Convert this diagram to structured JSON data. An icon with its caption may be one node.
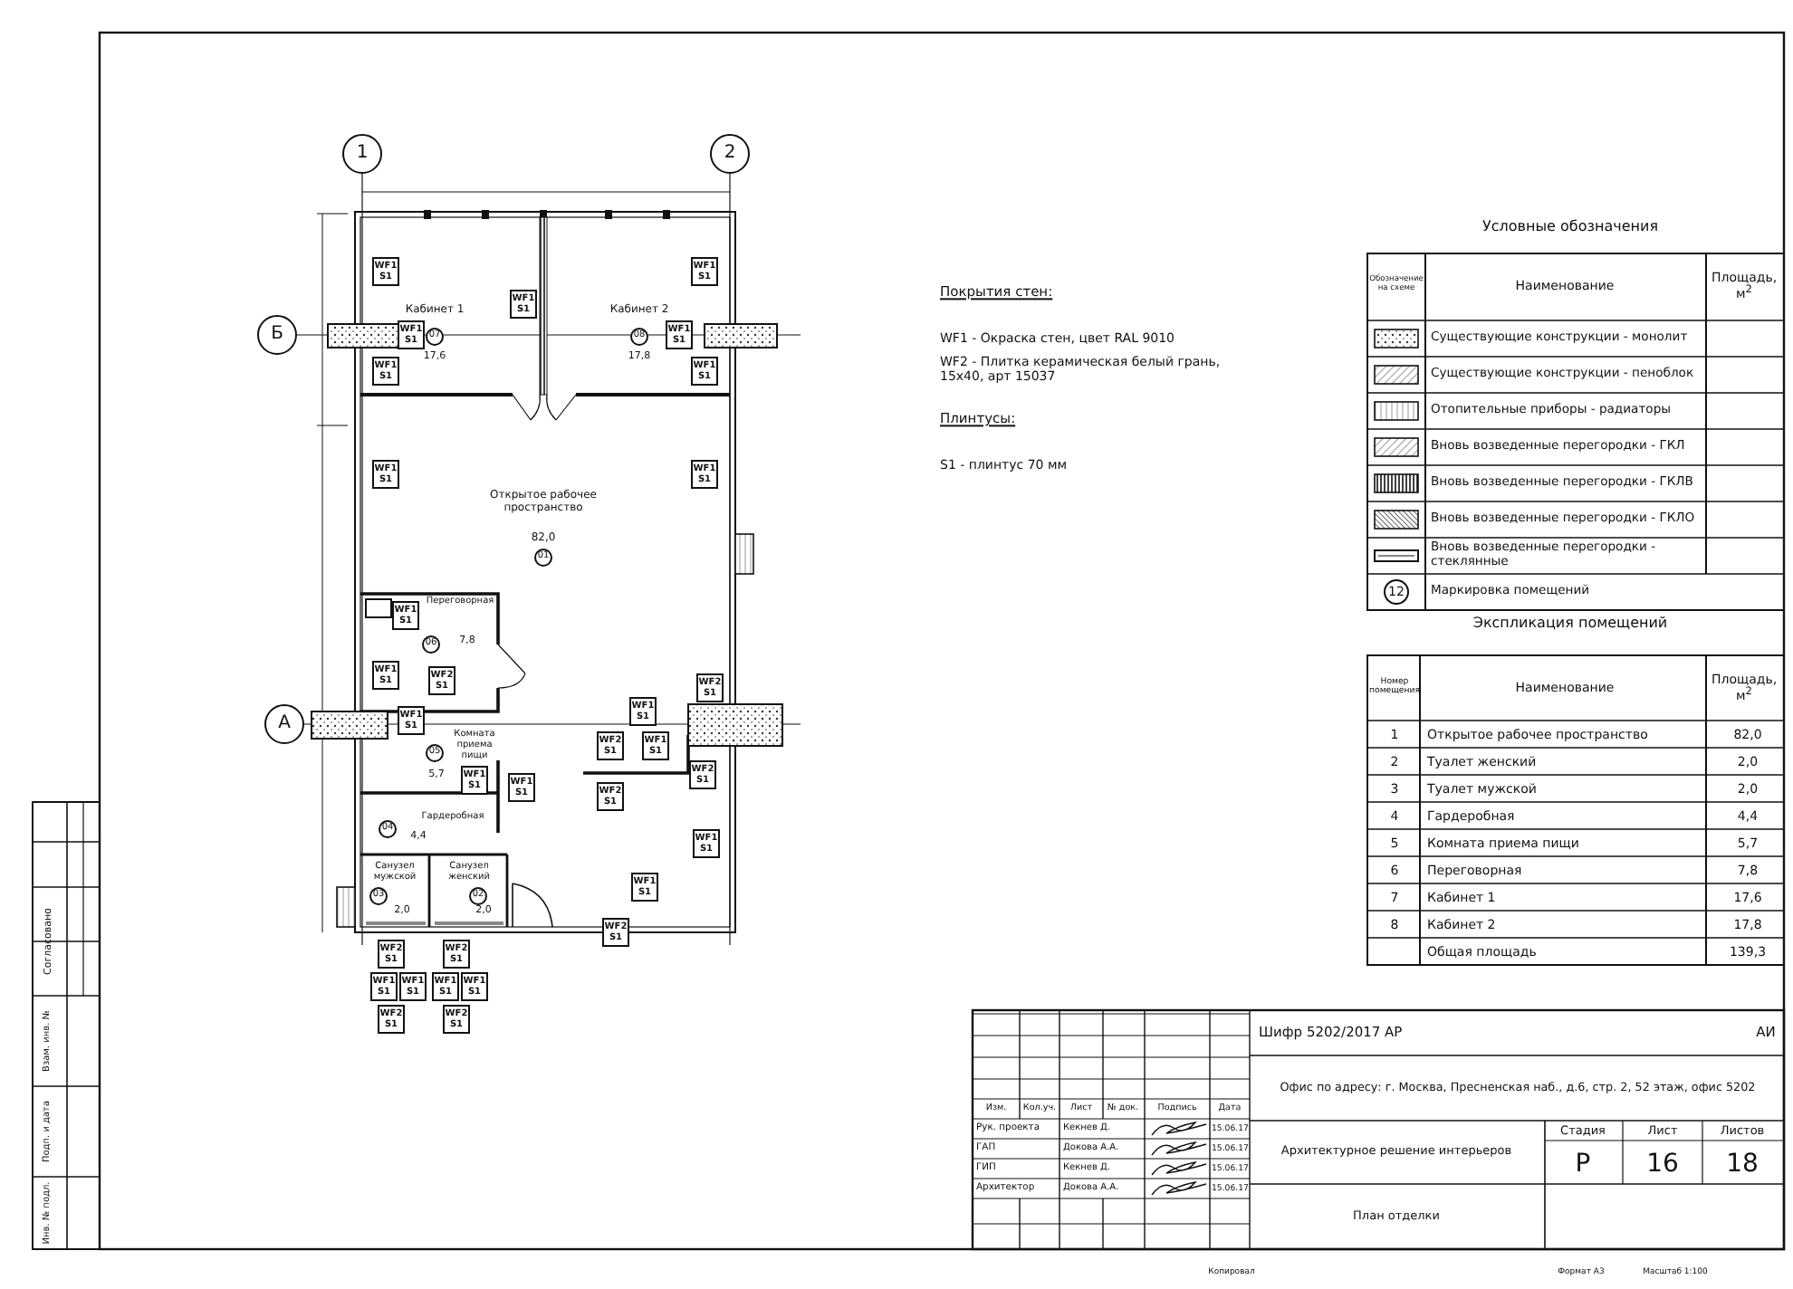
{
  "diagram": {
    "labels": [
      "1",
      "2",
      "Б",
      "А",
      "Кабинет 1",
      "07",
      "17,6",
      "Кабинет 2",
      "08",
      "17,8",
      "Открытое рабочее пространство",
      "82,0",
      "01",
      "Переговорная",
      "06",
      "7,8",
      "Комната приема пищи",
      "05",
      "5,7",
      "Гардеробная",
      "04",
      "4,4",
      "Санузел мужской",
      "03",
      "2,0",
      "Санузел женский",
      "02",
      "2,0",
      "WF1 S1",
      "WF1 S1",
      "WF1 S1",
      "WF1 S1",
      "WF1 S1",
      "WF1 S1",
      "WF1 S1",
      "WF1 S1",
      "WF1 S1",
      "WF1 S1",
      "WF1 S1",
      "WF1 S1",
      "WF1 S1",
      "WF1 S1",
      "WF1 S1",
      "WF1 S1",
      "WF1 S1",
      "WF1 S1",
      "WF1 S1",
      "WF1 S1",
      "WF1 S1",
      "WF1 S1",
      "WF2 S1",
      "WF2 S1",
      "WF2 S1",
      "WF2 S1",
      "WF2 S1",
      "WF2 S1",
      "WF2 S1",
      "WF2 S1",
      "WF2 S1",
      "WF2 S1",
      "Покрытия стен:",
      "WF1 - Окраска стен, цвет RAL 9010",
      "WF2 - Плитка керамическая белый грань, 15x40, арт 15037",
      "Плинтусы:",
      "S1 - плинтус 70 мм",
      "Условные обозначения",
      "Обозначение на схеме",
      "Наименование",
      "Площадь, м$^{2}$",
      "12",
      "Экспликация помещений",
      "Номер помещения",
      "Наименование",
      "Площадь, м$^{2}$",
      "1",
      "Открытое рабочее пространство",
      "82,0",
      "2",
      "Туалет женский",
      "2,0",
      "3",
      "Туалет мужской",
      "2,0",
      "4",
      "Гардеробная",
      "4,4",
      "5",
      "Комната приема пищи",
      "5,7",
      "6",
      "Переговорная",
      "7,8",
      "7",
      "Кабинет 1",
      "17,6",
      "8",
      "Кабинет 2",
      "17,8",
      "Общая площадь",
      "139,3",
      "Шифр 5202/2017 АР",
      "АИ",
      "Офис по адресу: г. Москва, Пресненская наб., д.6, стр. 2, 52 этаж, офис 5202",
      "Изм.",
      "Кол.уч.",
      "Лист",
      "№ док.",
      "Подпись",
      "Дата",
      "Рук. проекта",
      "Кекнев Д.",
      "15.06.17",
      "ГАП",
      "Докова А.А.",
      "15.06.17",
      "ГИП",
      "Кекнев Д.",
      "15.06.17",
      "Архитектор",
      "Докова А.А.",
      "15.06.17",
      "Архитектурное решение интерьеров",
      "Стадия",
      "Лист",
      "Листов",
      "Р",
      "16",
      "18",
      "План отделки",
      "Копировал",
      "Формат А3",
      "Масштаб 1:100",
      "Согласовано",
      "Взам. инв. №",
      "Подп. и дата",
      "Инв. № подл."
    ],
    "legend": [
      {
        "text": "Существующие конструкции - монолит"
      },
      {
        "text": "Существующие конструкции - пеноблок"
      },
      {
        "text": "Отопительные приборы - радиаторы"
      },
      {
        "text": "Вновь возведенные перегородки - ГКЛ"
      },
      {
        "text": "Вновь возведенные перегородки - ГКЛВ"
      },
      {
        "text": "Вновь возведенные перегородки - ГКЛО"
      },
      {
        "text": "Вновь возведенные перегородки - стеклянные"
      },
      {
        "text": "Маркировка помещений"
      }
    ]
  }
}
